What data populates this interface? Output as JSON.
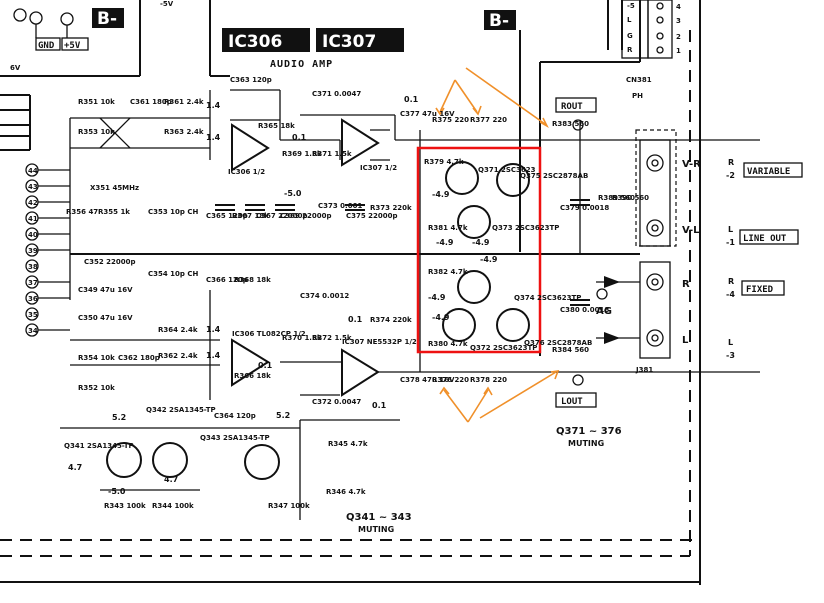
{
  "header": {
    "ic_left": "IC306",
    "ic_right": "IC307",
    "subtitle": "AUDIO AMP",
    "b_minus_left": "B-",
    "b_minus_right": "B-",
    "top_voltage": "-5V"
  },
  "supply_tags": {
    "gnd": "GND",
    "plus5": "+5V",
    "v6": "6V"
  },
  "connector_pins": [
    "44",
    "43",
    "42",
    "41",
    "40",
    "39",
    "38",
    "37",
    "36",
    "35",
    "34"
  ],
  "top_connector": {
    "labels": [
      "-5",
      "L",
      "G",
      "R"
    ],
    "pins": [
      "4",
      "3",
      "2",
      "1"
    ],
    "name": "CN381",
    "ph": "PH"
  },
  "outputs": {
    "v_r": "V-R",
    "v_l": "V-L",
    "r": "R",
    "l": "L",
    "ag": "AG",
    "jack": "J381",
    "variable_r": "R",
    "variable_num": "-2",
    "variable": "VARIABLE",
    "lineout_l": "L",
    "lineout_num": "-1",
    "line_out": "LINE OUT",
    "fixed_r": "R",
    "fixed_num": "-4",
    "fixed": "FIXED",
    "fixed_l": "L",
    "fixed_l_num": "-3"
  },
  "rout": "ROUT",
  "lout": "LOUT",
  "muting_right": {
    "range": "Q371 ~ 376",
    "word": "MUTING"
  },
  "muting_left": {
    "range": "Q341 ~ 343",
    "word": "MUTING"
  },
  "component_labels": [
    "R351 10k",
    "R353 10k",
    "C361 180p",
    "R361 2.4k",
    "R363 2.4k",
    "C363 120p",
    "R365 18k",
    "C371 0.0047",
    "R369 1.5k",
    "R371 1.5k",
    "C377 47u 16V",
    "R375 220",
    "R377 220",
    "R383 560",
    "C379 0.0018",
    "R389 560",
    "R390 560",
    "X351 45MHz",
    "R356 47",
    "R355 1k",
    "C353 10p CH",
    "C354 10p CH",
    "C365 120p",
    "R367 18k",
    "C367 22000p",
    "C369 22000p",
    "C373 0.001",
    "C375 22000p",
    "R373 220k",
    "C366 120p",
    "R368 18k",
    "C374 0.0012",
    "R374 220k",
    "C349 47u 16V",
    "C350 47u 16V",
    "C352 22000p",
    "R364 2.4k",
    "R362 2.4k",
    "R354 10k",
    "R352 10k",
    "C362 180p",
    "R366 18k",
    "R370 1.5k",
    "R372 1.5k",
    "C372 0.0047",
    "C378 47u 16V",
    "R376 220",
    "R378 220",
    "R384 560",
    "C380 0.0018",
    "R379 4.7k",
    "R381 4.7k",
    "R382 4.7k",
    "R380 4.7k",
    "Q371 2SC3623",
    "Q373 2SC3623TP",
    "Q375 2SC2878AB",
    "Q374 2SC3623TP",
    "Q372 2SC3623TP",
    "Q376 2SC2878AB",
    "Q341 2SA1345-TP",
    "Q342 2SA1345-TP",
    "Q343 2SA1345-TP",
    "R345 4.7k",
    "R346 4.7k",
    "R343 100k",
    "R344 100k",
    "R347 100k",
    "C364 120p"
  ],
  "node_values": [
    "-4.9",
    "-4.9",
    "-4.9",
    "-4.9",
    "-4.9",
    "-4.9",
    "-5.0",
    "-5.0",
    "5.2",
    "5.2",
    "4.7",
    "4.7",
    "1.4",
    "1.4",
    "1.4",
    "1.4",
    "0.1",
    "0.1",
    "0.1",
    "0.1",
    "0.1"
  ],
  "ic_units": {
    "ic306_top": "IC306 1/2",
    "ic307_top": "IC307 1/2",
    "ic306_bot": "IC306 TL082CP 1/2",
    "ic307_bot": "IC307 NE5532P 1/2"
  }
}
